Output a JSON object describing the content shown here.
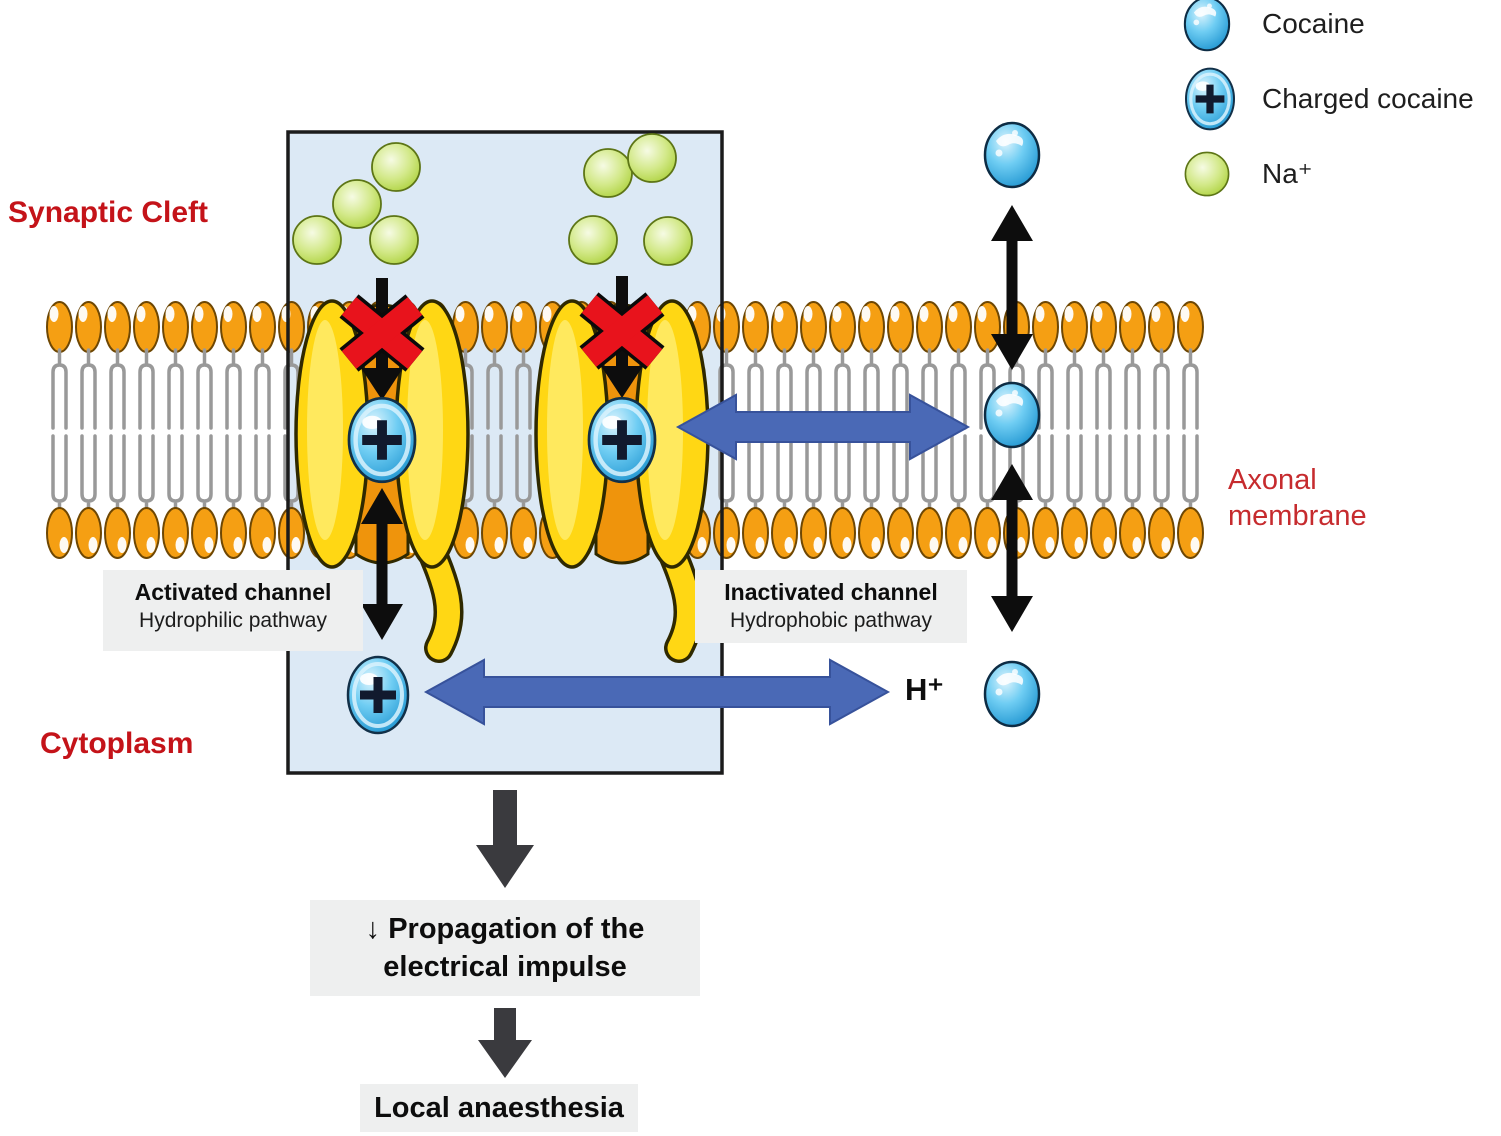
{
  "legend": {
    "items": [
      {
        "icon": "cocaine-icon",
        "label": "Cocaine"
      },
      {
        "icon": "charged-cocaine-icon",
        "label": "Charged cocaine"
      },
      {
        "icon": "sodium-ion-icon",
        "label": "Na⁺"
      }
    ]
  },
  "regions": {
    "synaptic_cleft": "Synaptic Cleft",
    "cytoplasm": "Cytoplasm",
    "axonal_membrane": [
      "Axonal",
      "membrane"
    ]
  },
  "channel_labels": {
    "activated": {
      "title": "Activated channel",
      "subtitle": "Hydrophilic pathway"
    },
    "inactivated": {
      "title": "Inactivated channel",
      "subtitle": "Hydrophobic pathway"
    }
  },
  "ions": {
    "h_plus": "H⁺"
  },
  "flow": {
    "step1": {
      "line1": "↓ Propagation of the",
      "line2": "electrical impulse"
    },
    "step2": "Local anaesthesia"
  },
  "colors": {
    "label_red": "#c41319",
    "membrane_head_orange": "#f59f13",
    "channel_yellow": "#ffd714",
    "pore_orange": "#ef940c",
    "blocked_x_red": "#e8131c",
    "arrow_blue": "#4a69b6",
    "arrow_black": "#0d0d0d",
    "flow_arrow_gray": "#3a3a3e",
    "box_fill_blue": "#dce9f5",
    "label_box_gray": "#eeefef",
    "cocaine_blue": "#49b7ec",
    "sodium_green": "#c7e06b"
  }
}
